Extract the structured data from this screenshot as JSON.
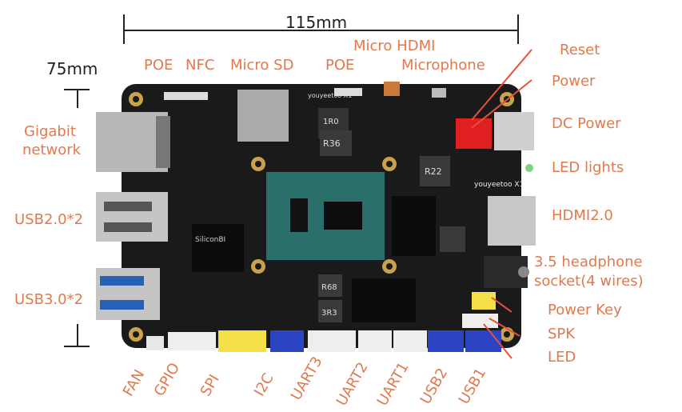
{
  "dimensions": {
    "width_label": "115mm",
    "height_label": "75mm"
  },
  "top_labels": {
    "poe1": "POE",
    "nfc": "NFC",
    "micro_sd": "Micro SD",
    "poe2": "POE",
    "micro_hdmi": "Micro HDMI",
    "microphone": "Microphone"
  },
  "left_labels": {
    "gigabit_line1": "Gigabit",
    "gigabit_line2": "network",
    "usb2": "USB2.0*2",
    "usb3": "USB3.0*2"
  },
  "right_labels": {
    "reset": "Reset",
    "power": "Power",
    "dc_power": "DC Power",
    "led_lights": "LED lights",
    "hdmi": "HDMI2.0",
    "headphone_line1": "3.5 headphone",
    "headphone_line2": "socket(4 wires)",
    "power_key": "Power Key",
    "spk": "SPK",
    "led": "LED"
  },
  "bottom_labels": {
    "fan": "FAN",
    "gpio": "GPIO",
    "spi": "SPI",
    "i2c": "I2C",
    "uart3": "UART3",
    "uart2": "UART2",
    "uart1": "UART1",
    "usb2": "USB2",
    "usb1": "USB1"
  },
  "board_print": {
    "brand": "youyeetoo X1",
    "silicon": "SiliconBI",
    "r36": "R36",
    "r22": "R22",
    "r68": "R68",
    "r3r3": "3R3",
    "r1r0": "1R0"
  },
  "colors": {
    "accent": "#e07a4e",
    "board": "#1a1a1a",
    "cpu": "#2a6f6a"
  }
}
